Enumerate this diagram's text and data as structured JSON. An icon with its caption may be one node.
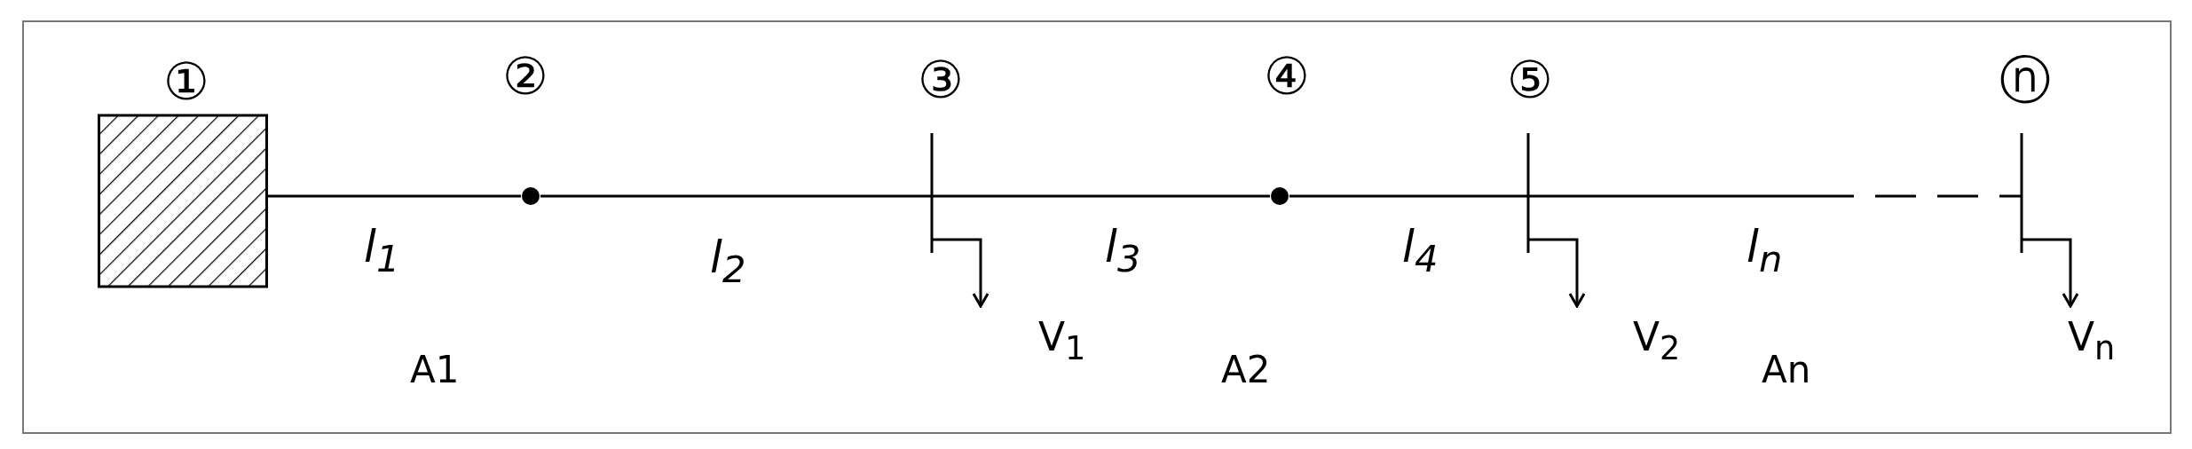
{
  "diagram": {
    "nodes": [
      {
        "text": [
          "①"
        ]
      },
      {
        "text": [
          "②"
        ]
      },
      {
        "text": [
          "③"
        ]
      },
      {
        "text": [
          "④"
        ]
      },
      {
        "text": [
          "⑤"
        ]
      },
      {
        "text": [
          "ⓝ"
        ]
      }
    ],
    "edges": [
      {
        "from": 0,
        "to": 1,
        "arrow": "none",
        "label": "l$_{1}$"
      },
      {
        "from": 1,
        "to": 2,
        "arrow": "none",
        "label": "l$_{2}$"
      },
      {
        "from": 2,
        "to": 3,
        "arrow": "none",
        "label": "l$_{3}$"
      },
      {
        "from": 3,
        "to": 4,
        "arrow": "none",
        "label": "l$_{4}$"
      },
      {
        "from": 4,
        "to": 5,
        "arrow": "none",
        "label": "l$_{n}$",
        "style": "dashed"
      },
      {
        "from": 2,
        "to": null,
        "arrow": "to",
        "label": "V$_{1}$"
      },
      {
        "from": 4,
        "to": null,
        "arrow": "to",
        "label": "V$_{2}$"
      },
      {
        "from": 5,
        "to": null,
        "arrow": "to",
        "label": "V$_{n}$"
      }
    ],
    "labels": [
      "A1",
      "A2",
      "An"
    ]
  }
}
